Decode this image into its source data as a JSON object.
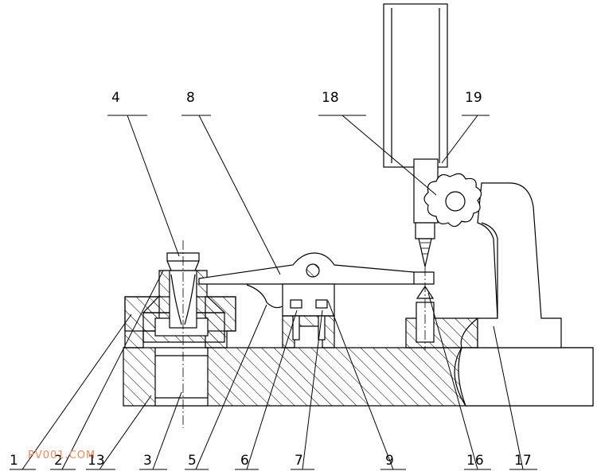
{
  "labels": {
    "l1": "1",
    "l2": "2",
    "l13": "13",
    "l3": "3",
    "l5": "5",
    "l6": "6",
    "l7": "7",
    "l9": "9",
    "l16": "16",
    "l17": "17",
    "l4": "4",
    "l8": "8",
    "l18": "18",
    "l19": "19"
  },
  "watermark": "PV001.COM"
}
